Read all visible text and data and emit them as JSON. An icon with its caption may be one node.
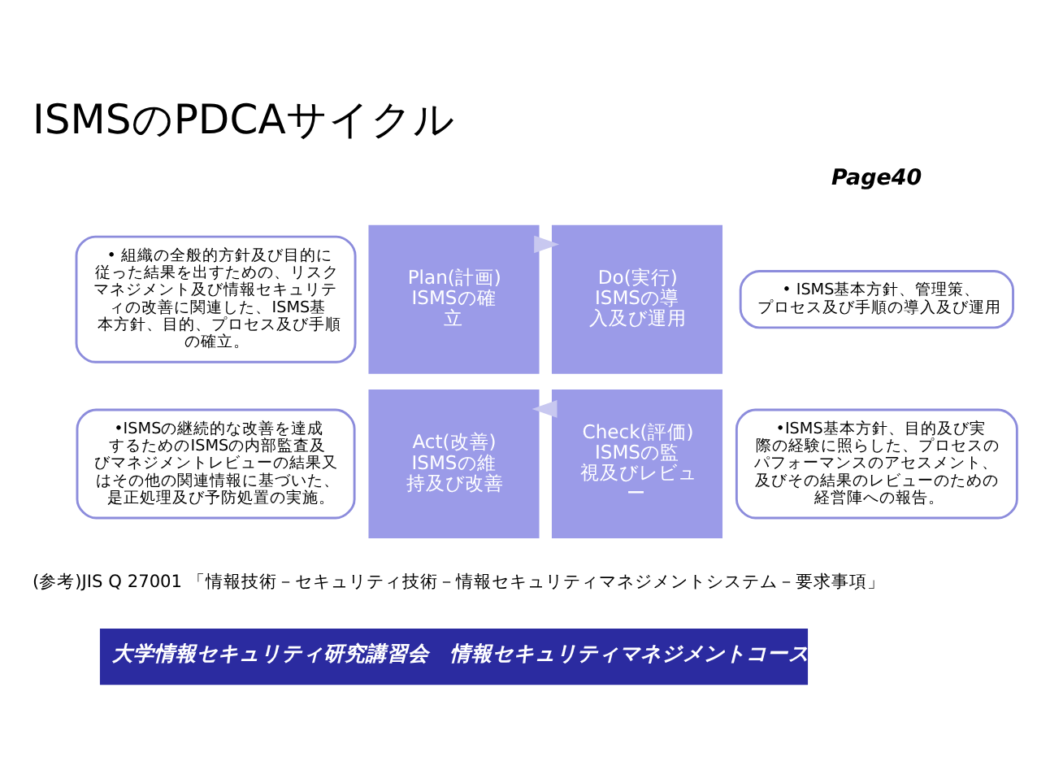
{
  "diagram": {
    "title": "ISMSのPDCAサイクル",
    "nodes": [
      {
        "text": [
          "• 組織の全般的方針及び目的に従った結果を出すための、リスクマネジメント及び情報セキュリティの改善に関連した、ISMS基本方針、目的、プロセス及び手順の確立。"
        ]
      },
      {
        "text": [
          "• ISMS基本方針、管理策、プロセス及び手順の導入及び運用"
        ]
      },
      {
        "text": [
          "Plan(計画)",
          "ISMSの確立"
        ]
      },
      {
        "text": [
          "Do(実行)",
          "ISMSの導入及び運用"
        ]
      },
      {
        "text": [
          "Act(改善)",
          "ISMSの維持及び改善"
        ]
      },
      {
        "text": [
          "Check(評価)",
          "ISMSの監視及びレビュー"
        ]
      },
      {
        "text": [
          "•ISMSの継続的な改善を達成するためのISMSの内部監査及びマネジメントレビューの結果又はその他の関連情報に基づいた、是正処理及び予防処置の実施。"
        ]
      },
      {
        "text": [
          "•ISMS基本方針、目的及び実際の経験に照らした、プロセスのパフォーマンスのアセスメント、及びその結果のレビューのための経営陣への報告。"
        ]
      }
    ],
    "edges": [
      {
        "from": 2,
        "to": 3,
        "arrow": "to"
      },
      {
        "from": 5,
        "to": 4,
        "arrow": "to"
      }
    ],
    "labels": [
      "Page40",
      "(参考)JIS Q 27001 「情報技術－セキュリティ技術－情報セキュリティマネジメントシステム－要求事項」",
      "大学情報セキュリティ研究講習会　情報セキュリティマネジメントコース"
    ]
  }
}
